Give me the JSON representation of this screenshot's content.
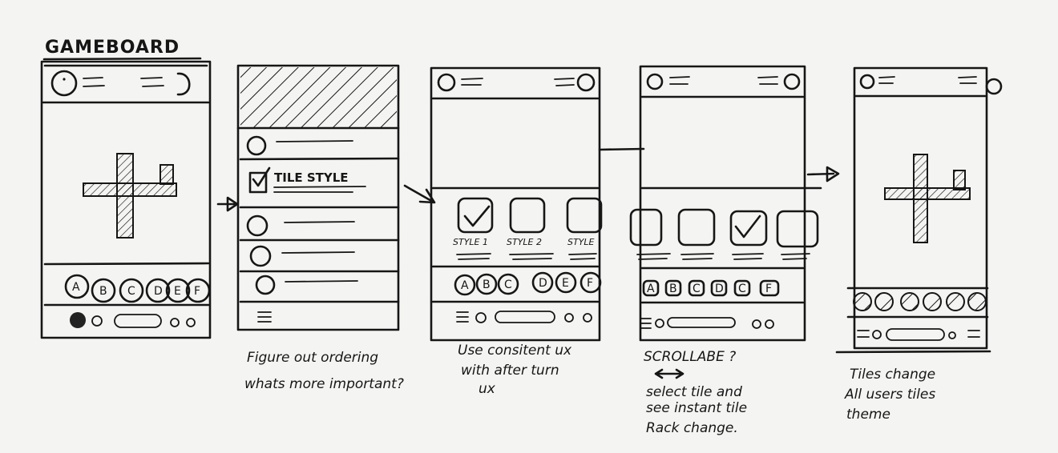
{
  "title": "GAMEBOARD",
  "frames": [
    {
      "name": "gameboard",
      "tiles": [
        "A",
        "B",
        "C",
        "D",
        "E",
        "F"
      ]
    },
    {
      "name": "menu",
      "menu_item": "TILE STYLE"
    },
    {
      "name": "tile-styles",
      "styles": [
        "STYLE 1",
        "STYLE 2",
        "STYLE"
      ],
      "tiles": [
        "A",
        "B",
        "C",
        "D",
        "E",
        "F"
      ]
    },
    {
      "name": "scrolling-styles",
      "tiles": [
        "A",
        "B",
        "C",
        "D",
        "C",
        "F"
      ]
    },
    {
      "name": "themed-board"
    }
  ],
  "notes": {
    "n1_line1": "Figure out ordering",
    "n1_line2": "whats more important?",
    "n2_line1": "Use consitent ux",
    "n2_line2": "with after turn",
    "n2_line3": "ux",
    "n3_line1": "SCROLLABE ?",
    "n3_line2": "select tile and",
    "n3_line3": "see instant tile",
    "n3_line4": "Rack change.",
    "n4_line1": "Tiles change",
    "n4_line2": "All users tiles",
    "n4_line3": "theme"
  }
}
